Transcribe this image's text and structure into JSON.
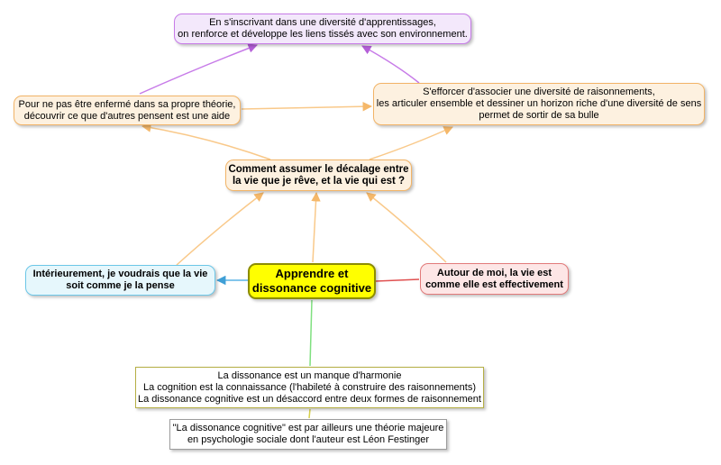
{
  "nodes": {
    "top": "En s'inscrivant dans une diversité d'apprentissages,\non renforce et développe les liens tissés avec son environnement.",
    "left": "Pour ne pas être enfermé dans sa propre théorie,\ndécouvrir ce que d'autres pensent est une aide",
    "right": "S'efforcer d'associer une diversité de raisonnements,\nles articuler ensemble et dessiner un horizon riche d'une diversité de sens\npermet de sortir de sa bulle",
    "question": "Comment assumer le décalage entre\nla vie que je rêve, et la vie qui est ?",
    "center": "Apprendre et\ndissonance cognitive",
    "inner": "Intérieurement, je voudrais que la vie\nsoit comme je la pense",
    "outer": "Autour de moi, la vie est\ncomme elle est effectivement",
    "definitions": "La dissonance est un manque d'harmonie\nLa cognition est la connaissance (l'habileté à construire des raisonnements)\nLa dissonance cognitive est un désaccord entre deux formes de raisonnement",
    "festinger": "\"La dissonance cognitive\" est par ailleurs une théorie majeure\nen psychologie sociale dont l'auteur est Léon Festinger"
  },
  "colors": {
    "orange_link": "#f9c98a",
    "purple_link": "#c77be8",
    "blue_link": "#5ab4e6",
    "red_link": "#e05050",
    "green_link": "#7fe07f",
    "center_fill": "#ffff00"
  }
}
